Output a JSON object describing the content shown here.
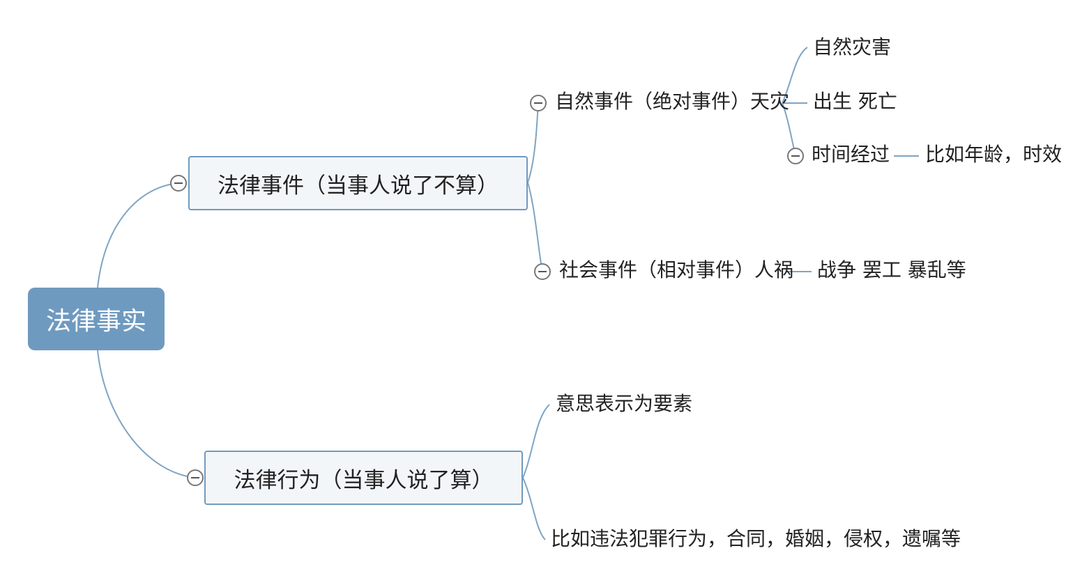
{
  "colors": {
    "root_fill": "#6f9ac0",
    "line": "#7fa4c4",
    "box_fill": "#f3f6f9"
  },
  "root": {
    "label": "法律事实"
  },
  "branches": [
    {
      "label": "法律事件（当事人说了不算）",
      "children": [
        {
          "label": "自然事件（绝对事件）天灾",
          "children": [
            {
              "label": "自然灾害"
            },
            {
              "label": "出生 死亡"
            },
            {
              "label": "时间经过",
              "note": "比如年龄，时效"
            }
          ]
        },
        {
          "label": "社会事件（相对事件）人祸",
          "note": "战争 罢工 暴乱等"
        }
      ]
    },
    {
      "label": "法律行为（当事人说了算）",
      "children": [
        {
          "label": "意思表示为要素"
        },
        {
          "label": "比如违法犯罪行为，合同，婚姻，侵权，遗嘱等"
        }
      ]
    }
  ]
}
